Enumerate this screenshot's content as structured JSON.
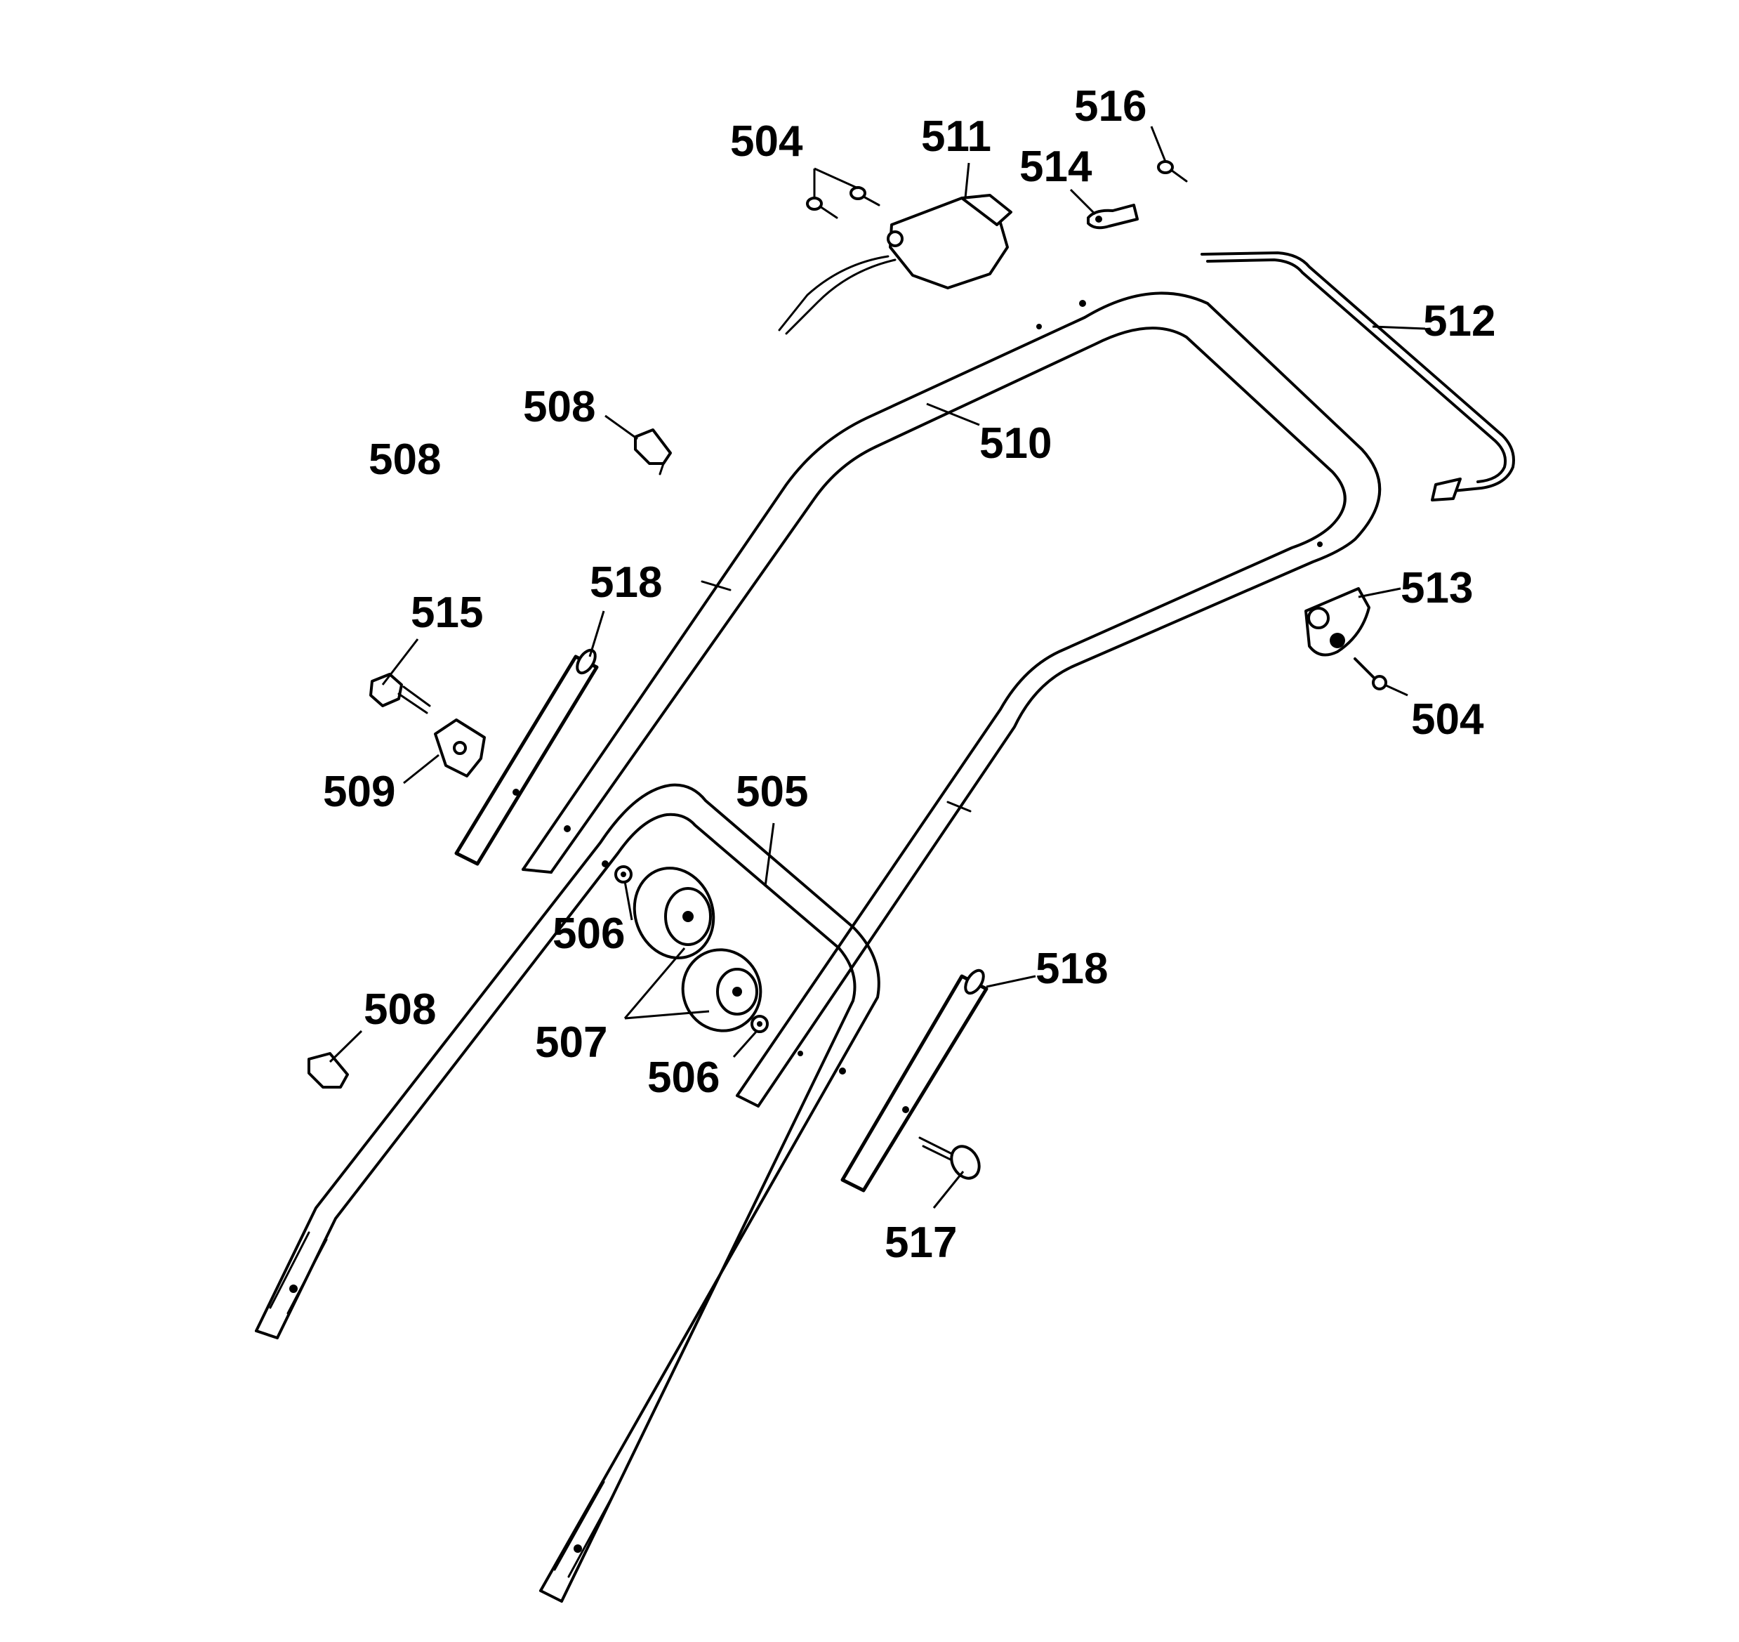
{
  "diagram": {
    "parts": [
      {
        "id": "p504a",
        "label": "504"
      },
      {
        "id": "p511",
        "label": "511"
      },
      {
        "id": "p514",
        "label": "514"
      },
      {
        "id": "p516",
        "label": "516"
      },
      {
        "id": "p512",
        "label": "512"
      },
      {
        "id": "p510",
        "label": "510"
      },
      {
        "id": "p508a",
        "label": "508"
      },
      {
        "id": "p508b",
        "label": "508"
      },
      {
        "id": "p518a",
        "label": "518"
      },
      {
        "id": "p515",
        "label": "515"
      },
      {
        "id": "p509",
        "label": "509"
      },
      {
        "id": "p513",
        "label": "513"
      },
      {
        "id": "p504b",
        "label": "504"
      },
      {
        "id": "p505",
        "label": "505"
      },
      {
        "id": "p506a",
        "label": "506"
      },
      {
        "id": "p507",
        "label": "507"
      },
      {
        "id": "p506b",
        "label": "506"
      },
      {
        "id": "p508c",
        "label": "508"
      },
      {
        "id": "p518b",
        "label": "518"
      },
      {
        "id": "p517",
        "label": "517"
      }
    ]
  }
}
